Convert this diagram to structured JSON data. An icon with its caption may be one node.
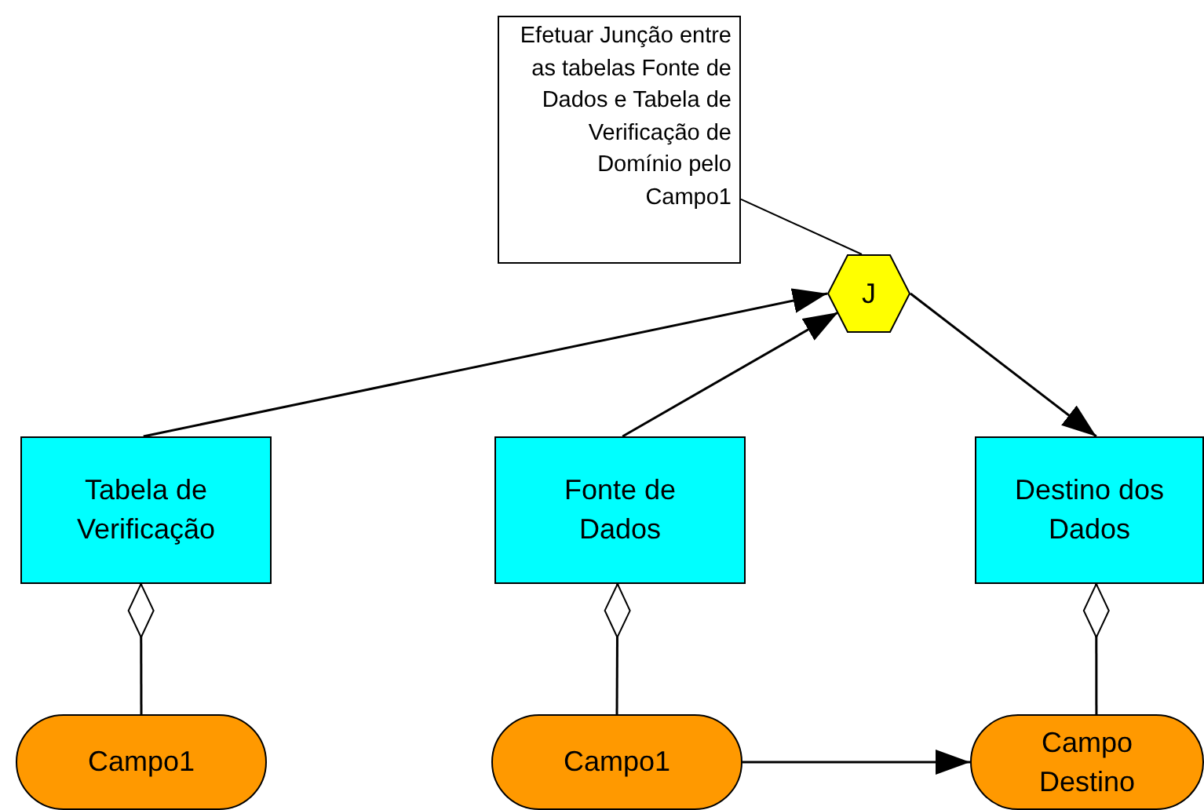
{
  "diagram": {
    "nodes": [
      {
        "text": [
          "Efetuar Junção entre as tabelas Fonte de Dados e Tabela de Verificação de Domínio pelo Campo1"
        ]
      },
      {
        "text": [
          "J"
        ]
      },
      {
        "text": [
          "Tabela de Verificação"
        ]
      },
      {
        "text": [
          "Fonte de Dados"
        ]
      },
      {
        "text": [
          "Destino dos Dados"
        ]
      },
      {
        "text": [
          "Campo1"
        ]
      },
      {
        "text": [
          "Campo1"
        ]
      },
      {
        "text": [
          "Campo Destino"
        ]
      }
    ],
    "edges": [
      {
        "from": 0,
        "to": 1,
        "arrow": "none"
      },
      {
        "from": 2,
        "to": 1,
        "arrow": "to"
      },
      {
        "from": 3,
        "to": 1,
        "arrow": "to"
      },
      {
        "from": 1,
        "to": 4,
        "arrow": "to"
      },
      {
        "from": 5,
        "to": 2,
        "arrow": "other"
      },
      {
        "from": 6,
        "to": 3,
        "arrow": "other"
      },
      {
        "from": 7,
        "to": 4,
        "arrow": "other"
      },
      {
        "from": 6,
        "to": 7,
        "arrow": "to"
      }
    ]
  }
}
